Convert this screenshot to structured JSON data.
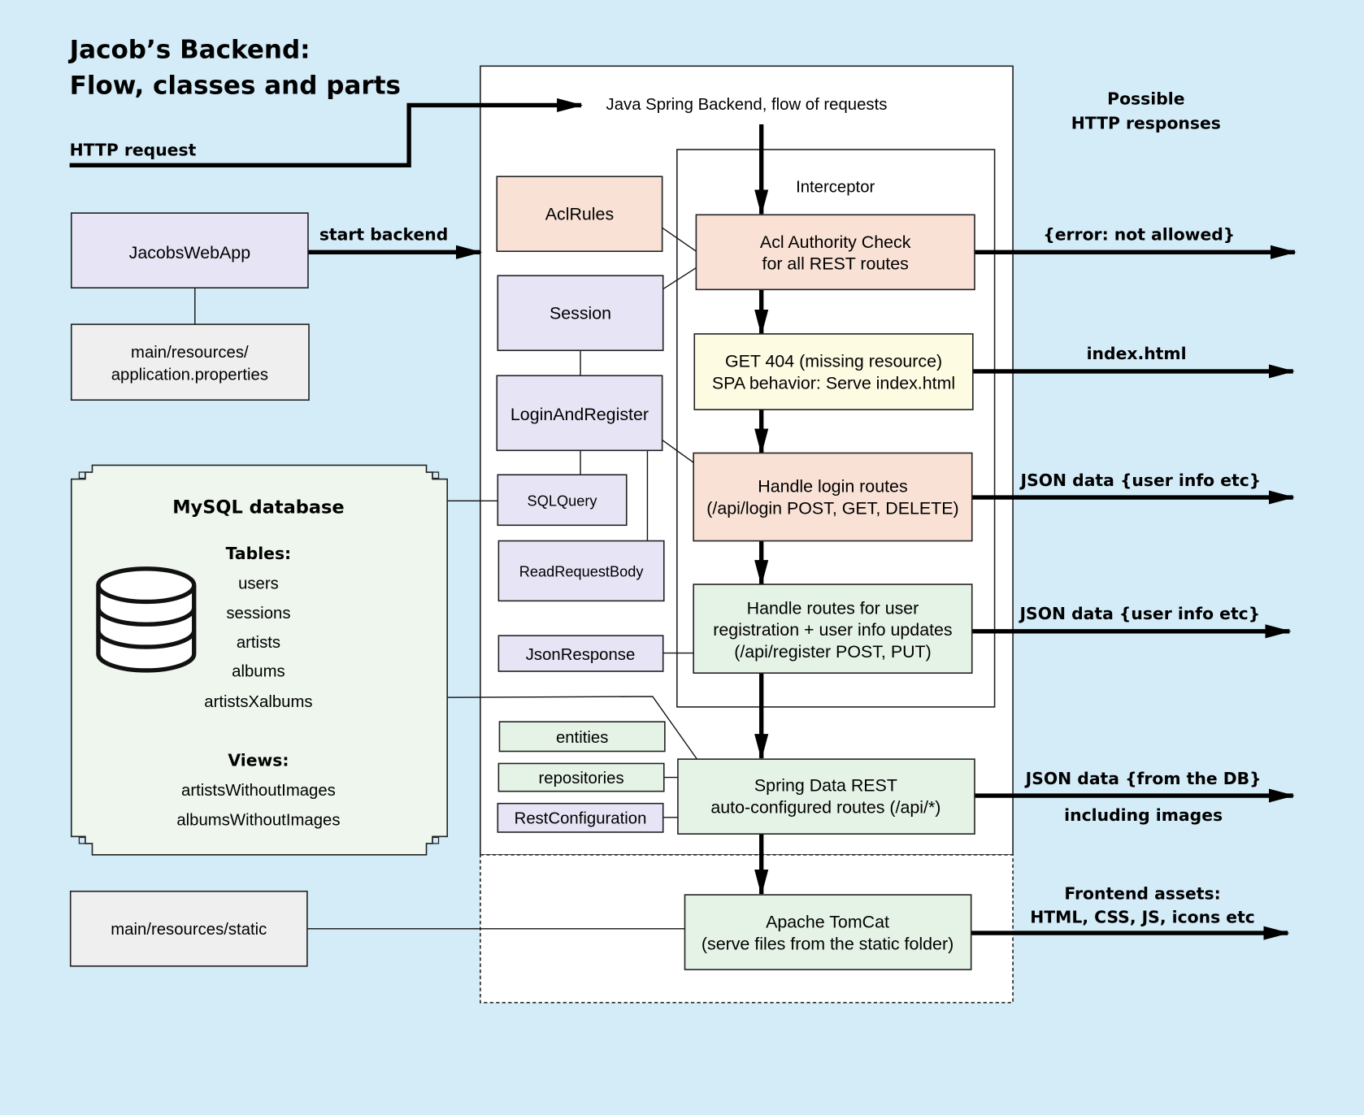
{
  "title": {
    "line1": "Jacob’s Backend:",
    "line2": "Flow, classes and parts"
  },
  "http_request": "HTTP request",
  "backend_title": "Java Spring Backend, flow of requests",
  "responses_title": {
    "line1": "Possible",
    "line2": "HTTP responses"
  },
  "left": {
    "webapp": "JacobsWebApp",
    "start_backend": "start backend",
    "app_props": {
      "line1": "main/resources/",
      "line2": "application.properties"
    },
    "static_folder": "main/resources/static"
  },
  "database": {
    "title": "MySQL database",
    "tables_heading": "Tables:",
    "tables": [
      "users",
      "sessions",
      "artists",
      "albums",
      "artistsXalbums"
    ],
    "views_heading": "Views:",
    "views": [
      "artistsWithoutImages",
      "albumsWithoutImages"
    ]
  },
  "classes": {
    "acl_rules": "AclRules",
    "session": "Session",
    "login_register": "LoginAndRegister",
    "sql_query": "SQLQuery",
    "read_request_body": "ReadRequestBody",
    "json_response": "JsonResponse",
    "entities": "entities",
    "repositories": "repositories",
    "rest_configuration": "RestConfiguration"
  },
  "interceptor": "Interceptor",
  "flow": {
    "acl_check": {
      "line1": "Acl Authority Check",
      "line2": "for all REST routes"
    },
    "get404": {
      "line1": "GET 404 (missing resource)",
      "line2": "SPA behavior: Serve index.html"
    },
    "login_routes": {
      "line1": "Handle login routes",
      "line2": "(/api/login POST, GET, DELETE)"
    },
    "register_routes": {
      "line1": "Handle routes for user",
      "line2": "registration + user info updates",
      "line3": "(/api/register POST, PUT)"
    },
    "spring_data": {
      "line1": "Spring Data REST",
      "line2": "auto-configured routes (/api/*)"
    },
    "tomcat": {
      "line1": "Apache TomCat",
      "line2": "(serve files from the static folder)"
    }
  },
  "responses": {
    "not_allowed": "{error: not allowed}",
    "index_html": "index.html",
    "json_user_1": "JSON data {user info etc}",
    "json_user_2": "JSON data {user info etc}",
    "json_db": {
      "line1": "JSON data {from the DB}",
      "line2": "including images"
    },
    "frontend": {
      "line1": "Frontend assets:",
      "line2": "HTML, CSS, JS, icons etc"
    }
  },
  "colors": {
    "background": "#d3ecf8",
    "peach": "#f9e1d5",
    "lavender": "#e7e5f5",
    "yellow": "#fdfbe2",
    "mint": "#e5f2e6",
    "gray": "#efefef",
    "db_fill": "#eef6ee"
  }
}
